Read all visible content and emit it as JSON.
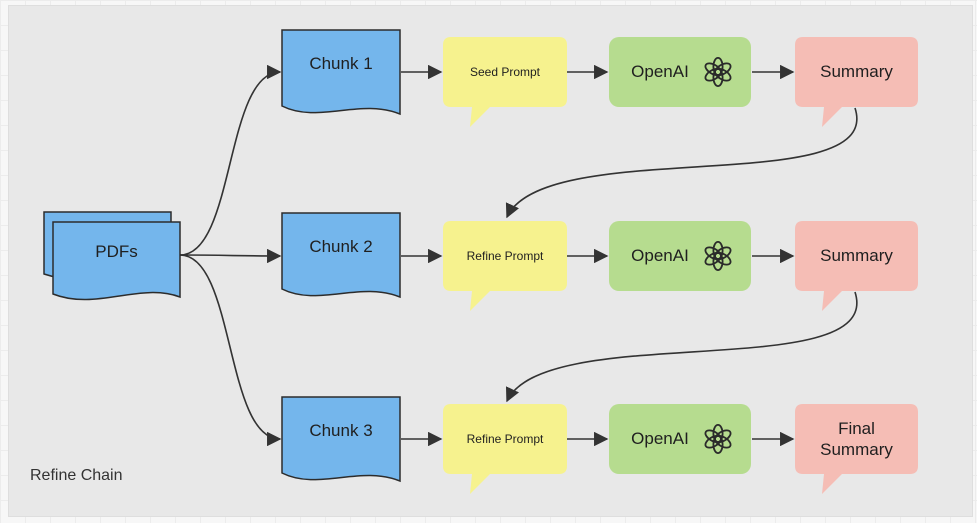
{
  "frame": {
    "title": "Refine Chain"
  },
  "source": {
    "label": "PDFs"
  },
  "rows": [
    {
      "chunk": "Chunk 1",
      "prompt": "Seed Prompt",
      "model": "OpenAI",
      "result": "Summary"
    },
    {
      "chunk": "Chunk 2",
      "prompt": "Refine Prompt",
      "model": "OpenAI",
      "result": "Summary"
    },
    {
      "chunk": "Chunk 3",
      "prompt": "Refine Prompt",
      "model": "OpenAI",
      "result": "Final\nSummary"
    }
  ],
  "colors": {
    "doc": "#74b6ec",
    "prompt": "#f6f28e",
    "model": "#b6dc8f",
    "result": "#f5bdb5",
    "connector": "#333333",
    "stroke": "#2c2c2c"
  },
  "icons": {
    "model": "openai-logo-icon"
  }
}
